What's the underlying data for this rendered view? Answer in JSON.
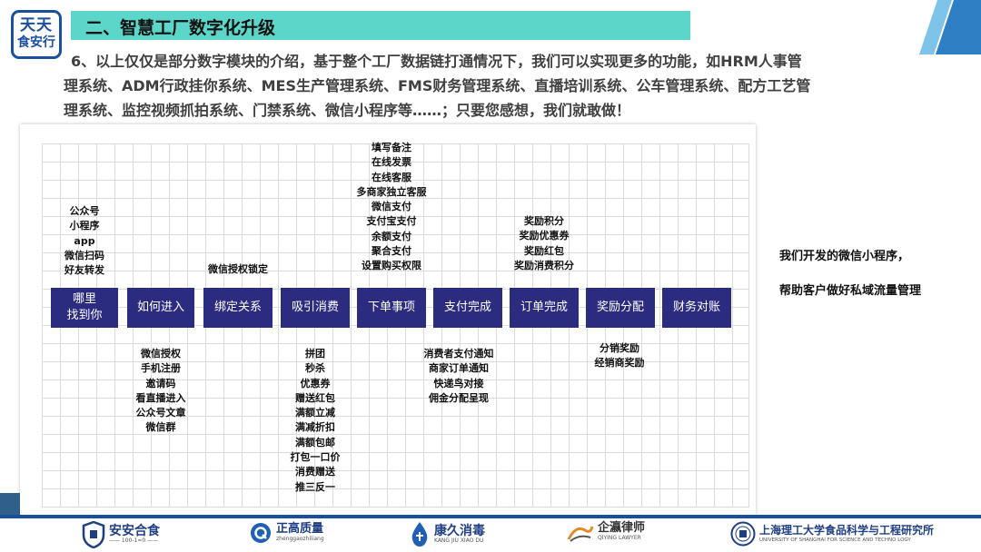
{
  "logo": {
    "line1": "天天",
    "line2": "食安行"
  },
  "title": "二、智慧工厂数字化升级",
  "intro": {
    "line1": "6、以上仅仅是部分数字模块的介绍，基于整个工厂数据链打通情况下，我们可以实现更多的功能，如HRM人事管",
    "line2": "理系统、ADM行政挂你系统、MES生产管理系统、FMS财务管理系统、直播培训系统、公车管理系统、配方工艺管",
    "line3": "理系统、监控视频抓拍系统、门禁系统、微信小程序等……；只要您感想，我们就敢做！"
  },
  "flow": {
    "nodes": [
      "哪里\n找到你",
      "如何进入",
      "绑定关系",
      "吸引消费",
      "下单事项",
      "支付完成",
      "订单完成",
      "奖励分配",
      "财务对账"
    ],
    "top": {
      "where": [
        "公众号",
        "小程序",
        "app",
        "微信扫码",
        "好友转发"
      ],
      "bind": [
        "微信授权锁定"
      ],
      "order": [
        "填写备注",
        "在线发票",
        "在线客服",
        "多商家独立客服",
        "微信支付",
        "支付宝支付",
        "余额支付",
        "聚合支付",
        "设置购买权限"
      ],
      "complete": [
        "奖励积分",
        "奖励优惠券",
        "奖励红包",
        "奖励消费积分"
      ]
    },
    "bottom": {
      "enter": [
        "微信授权",
        "手机注册",
        "邀请码",
        "看直播进入",
        "公众号文章",
        "微信群"
      ],
      "attract": [
        "拼团",
        "秒杀",
        "优惠券",
        "赠送红包",
        "满额立减",
        "满减折扣",
        "满额包邮",
        "打包一口价",
        "消费赠送",
        "推三反一"
      ],
      "pay": [
        "消费者支付通知",
        "商家订单通知",
        "快递鸟对接",
        "佣金分配呈现"
      ],
      "reward": [
        "分销奖励",
        "经销商奖励"
      ]
    }
  },
  "side": {
    "line1": "我们开发的微信小程序，",
    "line2": "帮助客户做好私域流量管理"
  },
  "footer": [
    {
      "name": "安安合食",
      "sub": "—— 100-1=0 ——"
    },
    {
      "name": "正高质量",
      "sub": "zhenggaozhiliang"
    },
    {
      "name": "康久消毒",
      "sub": "KANG JIU XIAO DU"
    },
    {
      "name": "企瀛律师",
      "sub": "QIYING LAWYER"
    },
    {
      "name": "上海理工大学食品科学与工程研究所",
      "sub": "UNIVERSITY OF SHANGHAI FOR SCIENCE AND TECHNO LOGY"
    }
  ],
  "colors": {
    "node": "#2b2b80",
    "title_bar": "#5cd6c9",
    "brand": "#1a4fa0"
  }
}
